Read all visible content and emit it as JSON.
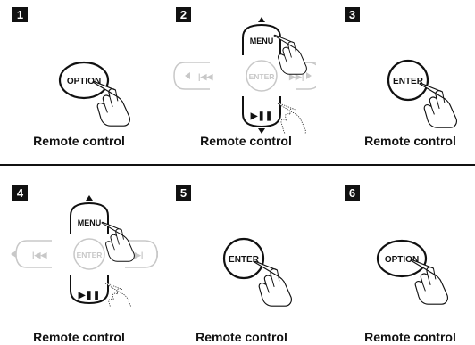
{
  "steps": [
    {
      "number": "1",
      "button": "OPTION",
      "caption": "Remote control"
    },
    {
      "number": "2",
      "button": "MENU",
      "secondary": "ENTER",
      "caption": "Remote control"
    },
    {
      "number": "3",
      "button": "ENTER",
      "caption": "Remote control"
    },
    {
      "number": "4",
      "button": "MENU",
      "secondary": "ENTER",
      "caption": "Remote control"
    },
    {
      "number": "5",
      "button": "ENTER",
      "caption": "Remote control"
    },
    {
      "number": "6",
      "button": "OPTION",
      "caption": "Remote control"
    }
  ],
  "icons": {
    "hand": "pointing-hand-icon",
    "dotted_hand": "dotted-hand-icon",
    "play_pause": "play-pause-icon",
    "prev": "skip-back-icon",
    "next": "skip-forward-icon"
  },
  "colors": {
    "ink": "#111111",
    "faded": "#c8c8c8"
  }
}
